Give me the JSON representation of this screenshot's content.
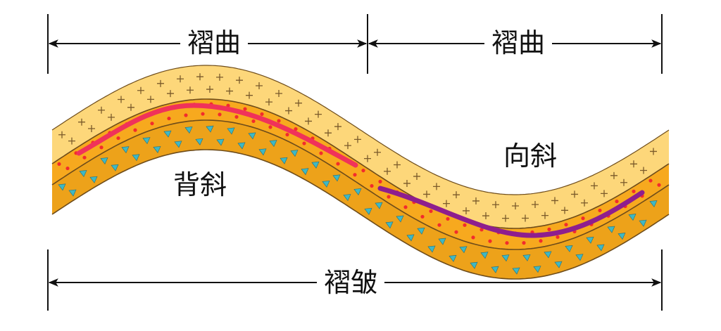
{
  "labels": {
    "fold_left": "褶曲",
    "fold_right": "褶曲",
    "fold_series": "褶皱",
    "anticline": "背斜",
    "syncline": "向斜"
  },
  "colors": {
    "top_layer": "#FDD77A",
    "top_cross": "#7A5A2A",
    "middle_layer": "#F7A91E",
    "middle_dots": "#F22C2C",
    "bottom_layer": "#EDA21A",
    "bottom_triangles": "#3FB8C4",
    "layer_outline": "#6E4C1A",
    "anticline_axis": "#F0325A",
    "syncline_axis": "#8E1E8E",
    "dimension_line": "#111111"
  }
}
